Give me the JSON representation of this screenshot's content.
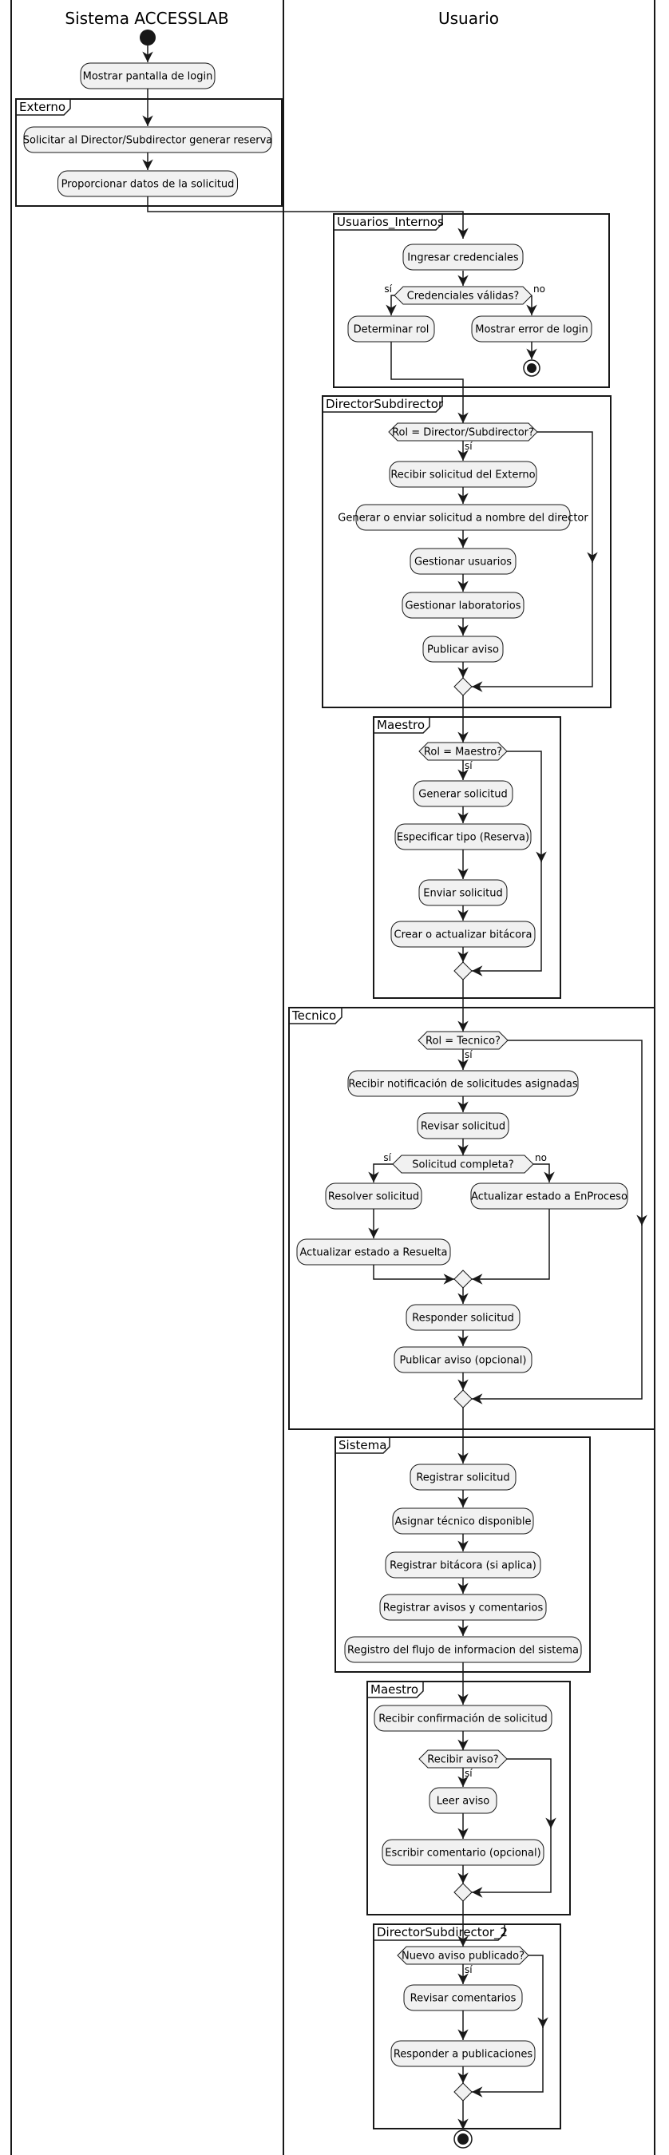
{
  "lanes": {
    "left": "Sistema ACCESSLAB",
    "right": "Usuario"
  },
  "frames": {
    "externo": "Externo",
    "usuarios_internos": "Usuarios_Internos",
    "director": "DirectorSubdirector",
    "maestro": "Maestro",
    "tecnico": "Tecnico",
    "sistema": "Sistema",
    "maestro2": "Maestro",
    "director2": "DirectorSubdirector_2"
  },
  "activities": {
    "login": "Mostrar pantalla de login",
    "solicitar": "Solicitar al Director/Subdirector generar reserva",
    "proporcionar": "Proporcionar datos de la solicitud",
    "credenciales": "Ingresar credenciales",
    "determinar_rol": "Determinar rol",
    "error_login": "Mostrar error de login",
    "recibir_externo": "Recibir solicitud del Externo",
    "generar_director": "Generar o enviar solicitud a nombre del director",
    "gestionar_usuarios": "Gestionar usuarios",
    "gestionar_labs": "Gestionar laboratorios",
    "publicar_aviso": "Publicar aviso",
    "generar_solicitud": "Generar solicitud",
    "especificar_tipo": "Especificar tipo (Reserva)",
    "enviar_solicitud": "Enviar solicitud",
    "crear_bitacora": "Crear o actualizar bitácora",
    "recibir_notificacion": "Recibir notificación de solicitudes asignadas",
    "revisar_solicitud": "Revisar solicitud",
    "resolver": "Resolver solicitud",
    "estado_resuelta": "Actualizar estado a Resuelta",
    "estado_enproceso": "Actualizar estado a EnProceso",
    "responder": "Responder solicitud",
    "publicar_opcional": "Publicar aviso (opcional)",
    "registrar_solicitud": "Registrar solicitud",
    "asignar_tecnico": "Asignar técnico disponible",
    "registrar_bitacora": "Registrar bitácora (si aplica)",
    "registrar_avisos": "Registrar avisos y comentarios",
    "registro_flujo": "Registro del flujo de informacion del sistema",
    "recibir_confirmacion": "Recibir confirmación de solicitud",
    "leer_aviso": "Leer aviso",
    "escribir_comentario": "Escribir comentario (opcional)",
    "revisar_comentarios": "Revisar comentarios",
    "responder_publicaciones": "Responder a publicaciones"
  },
  "decisions": {
    "credenciales_validas": "Credenciales válidas?",
    "rol_director": "Rol = Director/Subdirector?",
    "rol_maestro": "Rol = Maestro?",
    "rol_tecnico": "Rol = Tecnico?",
    "solicitud_completa": "Solicitud completa?",
    "recibir_aviso": "Recibir aviso?",
    "nuevo_aviso": "Nuevo aviso publicado?"
  },
  "guards": {
    "si": "sí",
    "no": "no"
  }
}
